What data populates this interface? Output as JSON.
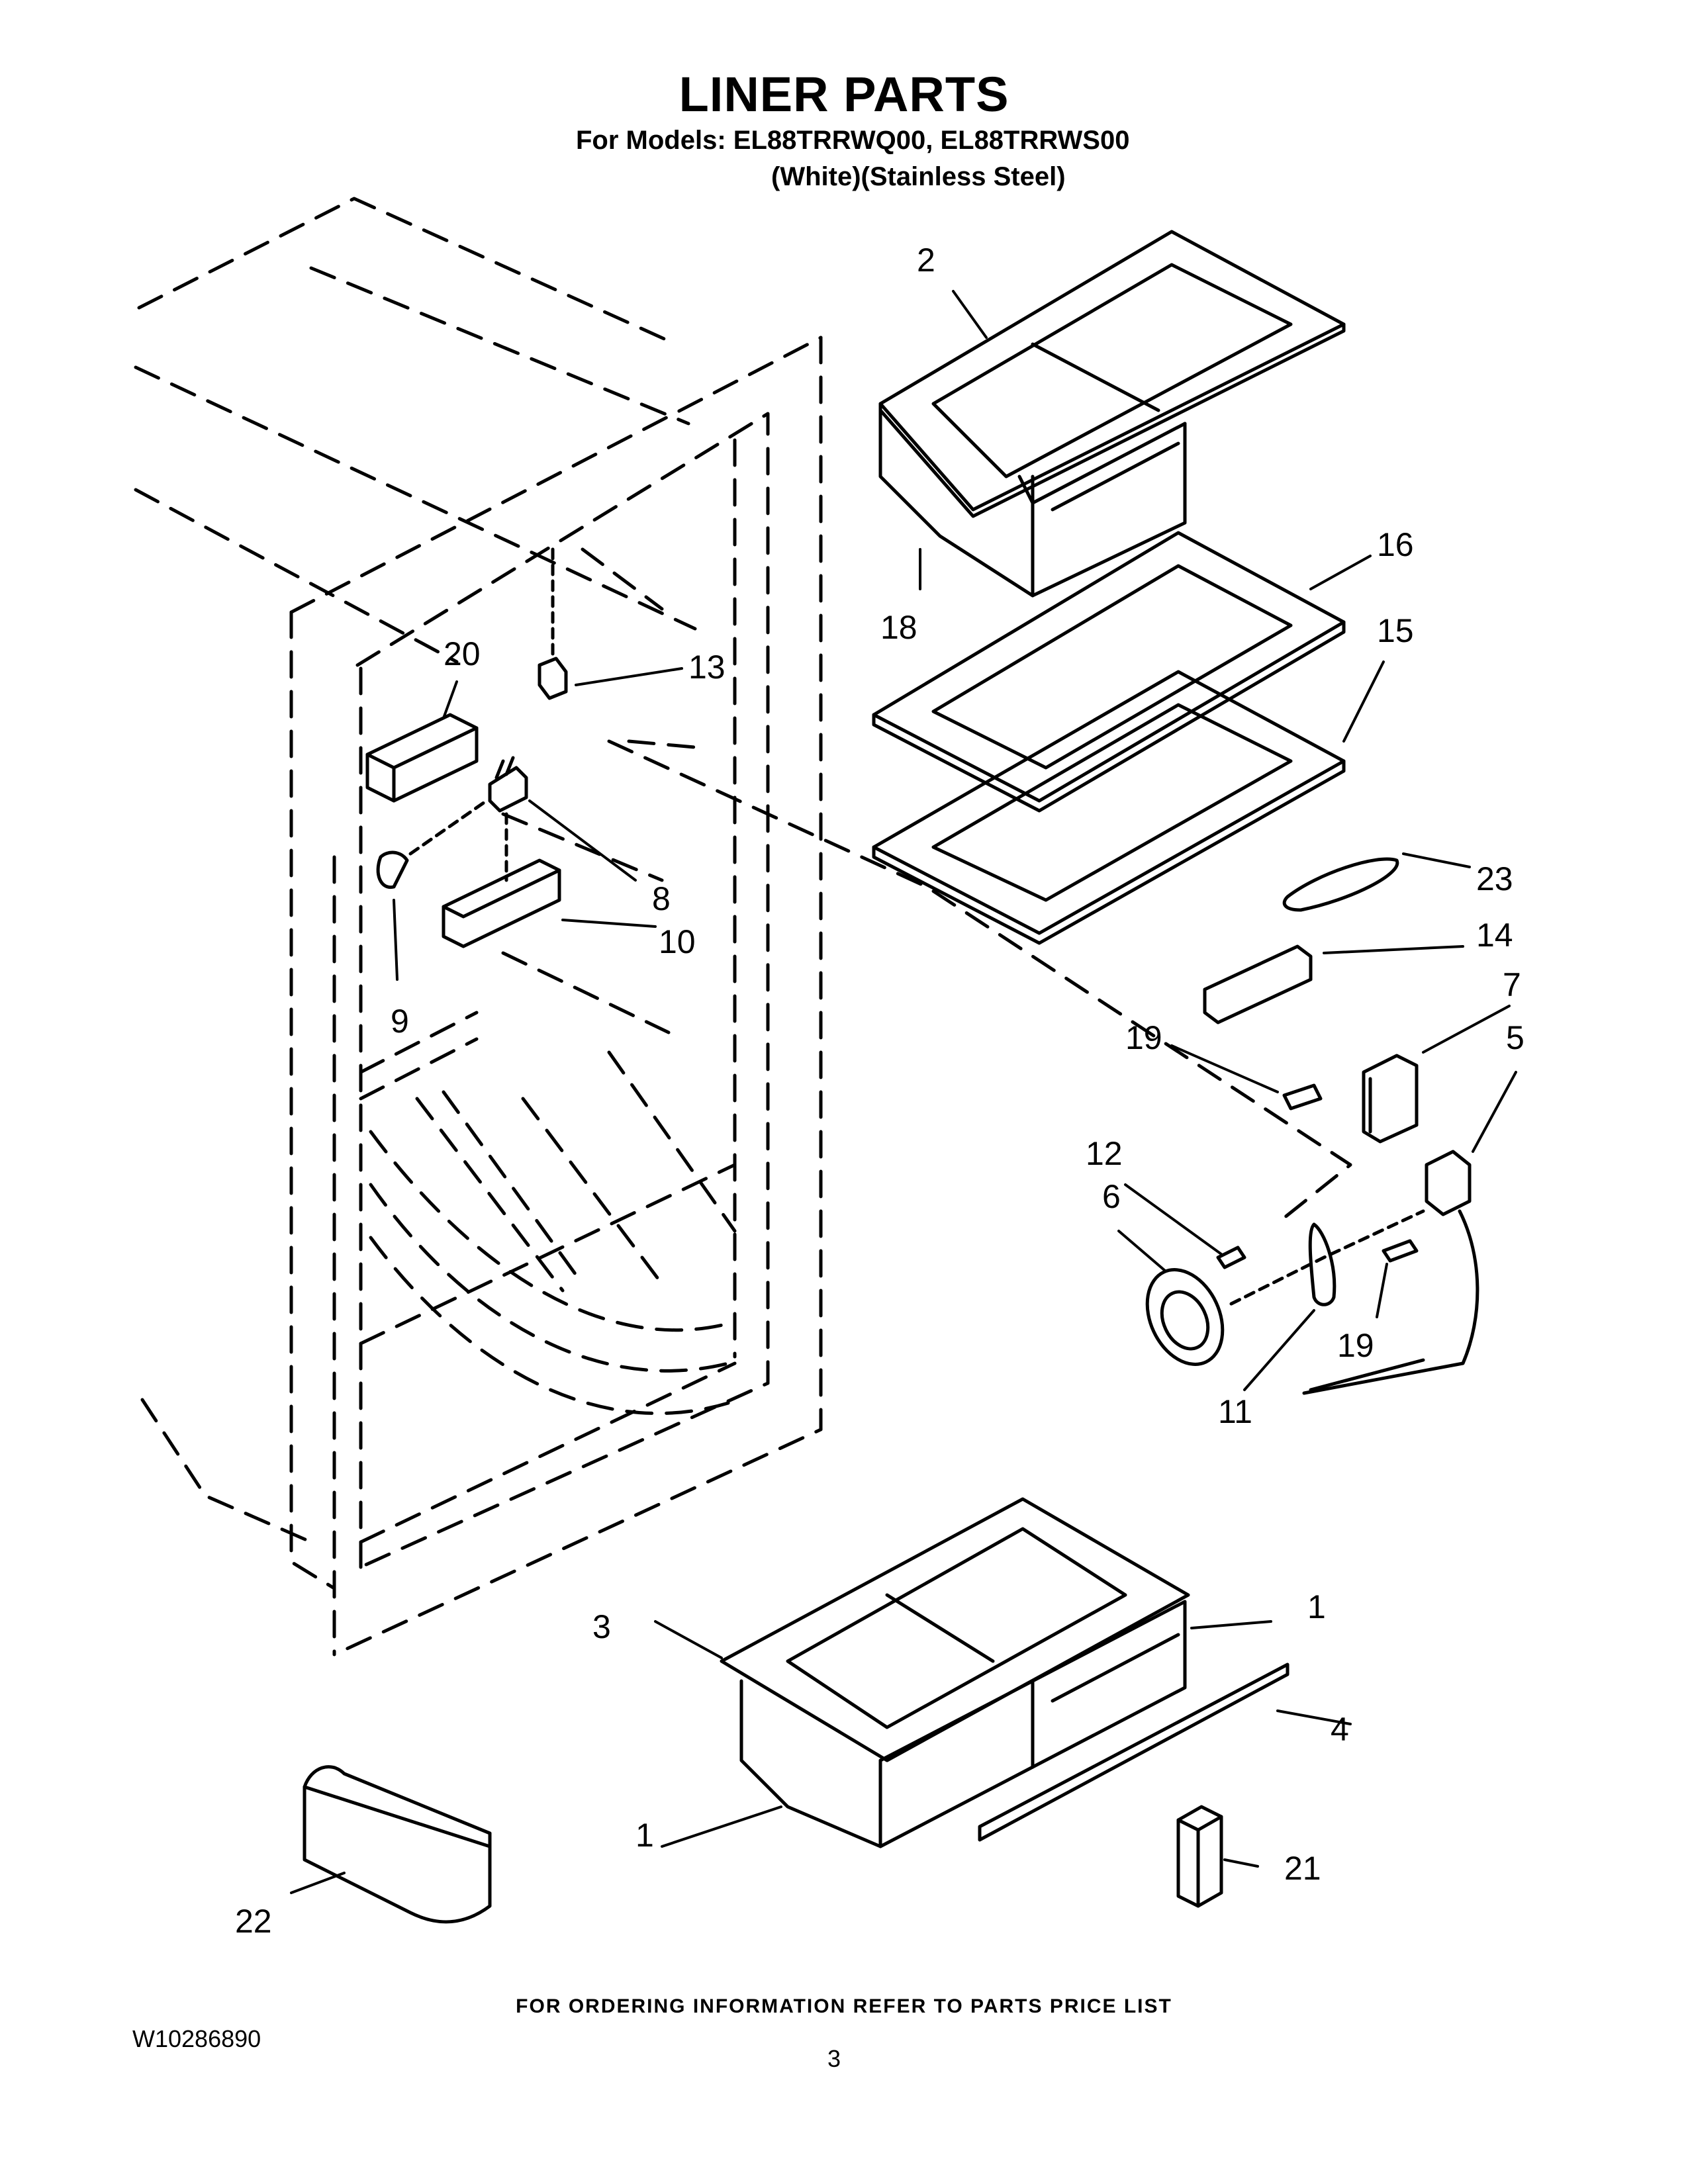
{
  "header": {
    "title": "LINER PARTS",
    "models_line": "For Models: EL88TRRWQ00, EL88TRRWS00",
    "variants_line": "(White)(Stainless Steel)"
  },
  "callouts": [
    {
      "id": "2",
      "label": "2"
    },
    {
      "id": "18",
      "label": "18"
    },
    {
      "id": "16",
      "label": "16"
    },
    {
      "id": "15",
      "label": "15"
    },
    {
      "id": "20",
      "label": "20"
    },
    {
      "id": "13",
      "label": "13"
    },
    {
      "id": "8",
      "label": "8"
    },
    {
      "id": "10",
      "label": "10"
    },
    {
      "id": "9",
      "label": "9"
    },
    {
      "id": "23",
      "label": "23"
    },
    {
      "id": "14",
      "label": "14"
    },
    {
      "id": "7",
      "label": "7"
    },
    {
      "id": "19a",
      "label": "19"
    },
    {
      "id": "5",
      "label": "5"
    },
    {
      "id": "12",
      "label": "12"
    },
    {
      "id": "6",
      "label": "6"
    },
    {
      "id": "19b",
      "label": "19"
    },
    {
      "id": "11",
      "label": "11"
    },
    {
      "id": "1a",
      "label": "1"
    },
    {
      "id": "3",
      "label": "3"
    },
    {
      "id": "4",
      "label": "4"
    },
    {
      "id": "1b",
      "label": "1"
    },
    {
      "id": "21",
      "label": "21"
    },
    {
      "id": "22",
      "label": "22"
    }
  ],
  "footer": {
    "ordering_note": "FOR ORDERING INFORMATION REFER TO PARTS PRICE LIST",
    "document_number": "W10286890",
    "page_number": "3"
  }
}
